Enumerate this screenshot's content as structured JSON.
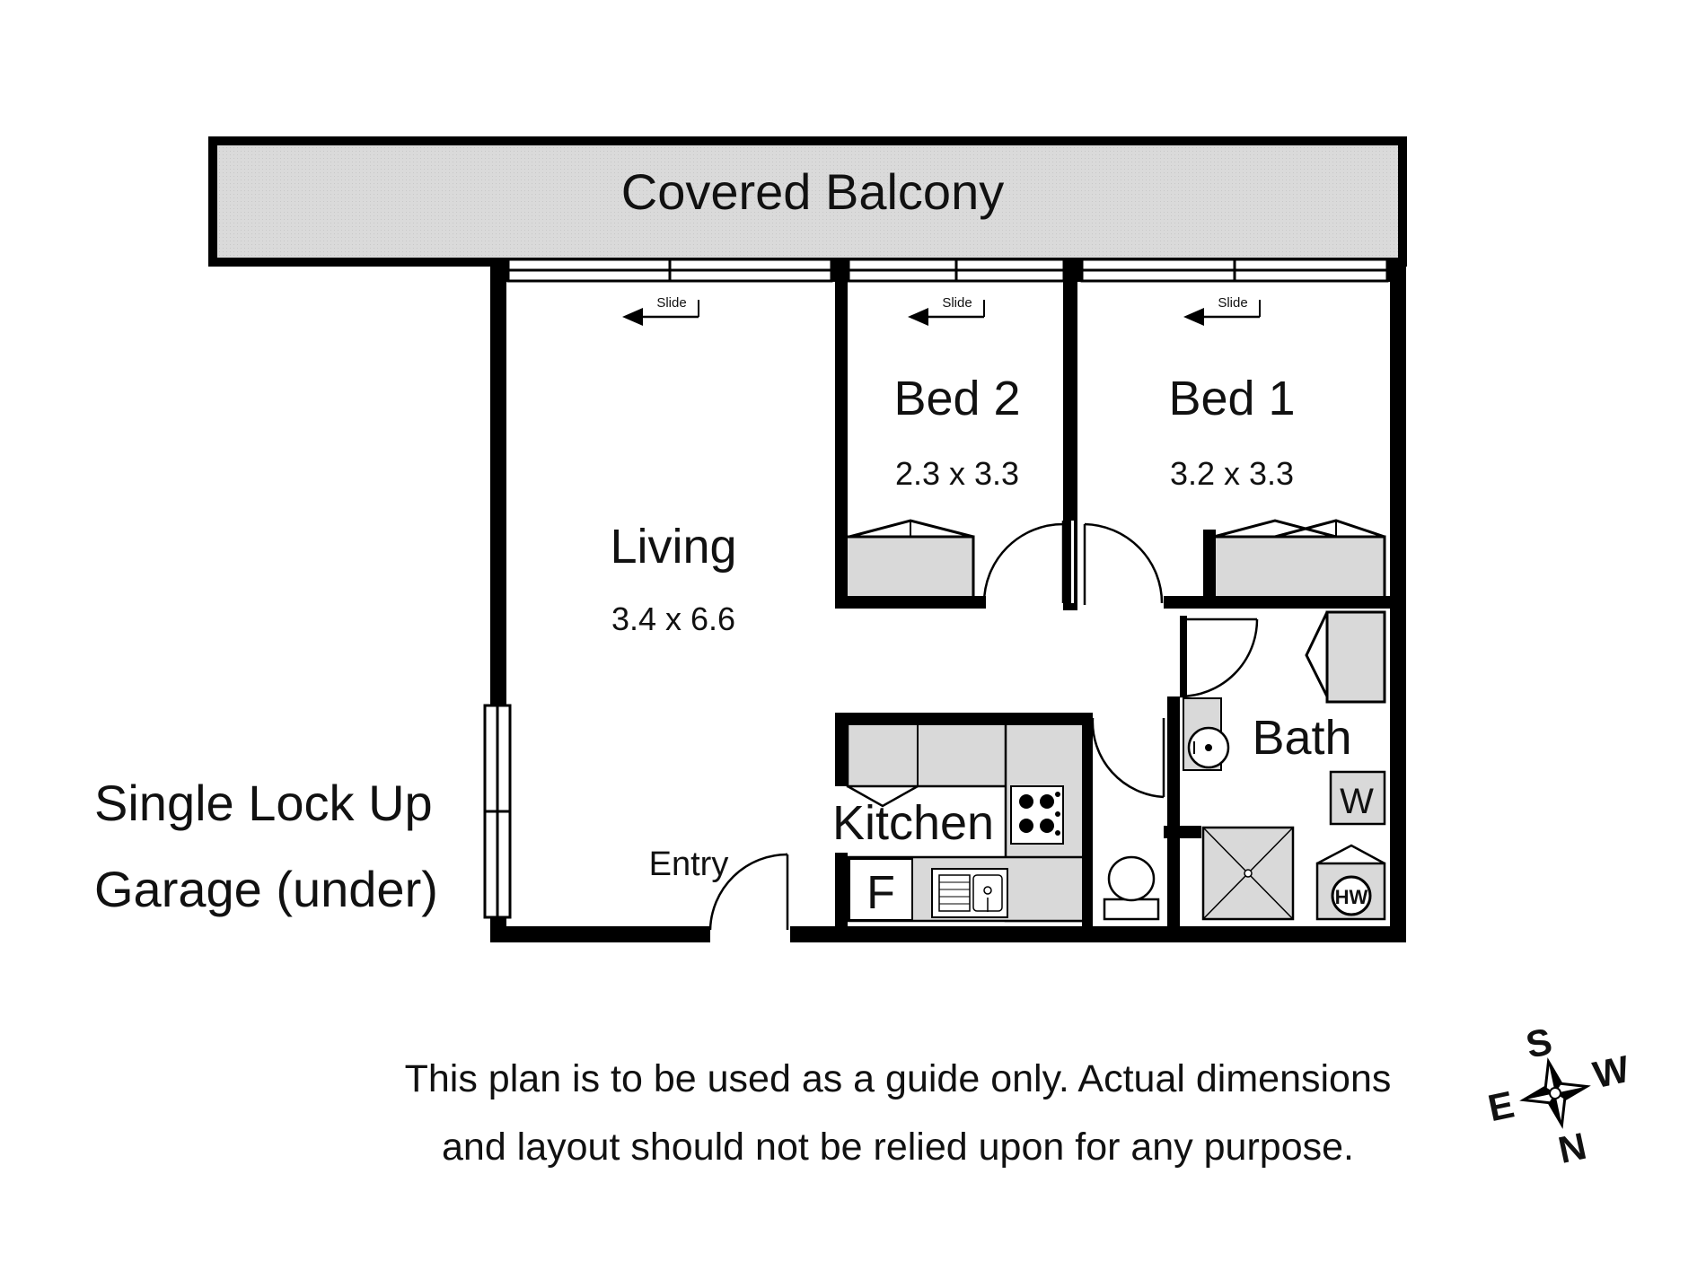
{
  "balcony": {
    "label": "Covered Balcony"
  },
  "slide_label": "Slide",
  "rooms": {
    "living": {
      "name": "Living",
      "dims": "3.4 x 6.6"
    },
    "bed2": {
      "name": "Bed 2",
      "dims": "2.3 x 3.3"
    },
    "bed1": {
      "name": "Bed 1",
      "dims": "3.2 x 3.3"
    },
    "kitchen": {
      "name": "Kitchen"
    },
    "bath": {
      "name": "Bath"
    },
    "entry": {
      "name": "Entry"
    }
  },
  "fixtures": {
    "fridge": "F",
    "washer": "W",
    "hot_water": "HW"
  },
  "garage": {
    "line1": "Single Lock Up",
    "line2": "Garage (under)"
  },
  "disclaimer": {
    "line1": "This plan is to be used as a guide only. Actual dimensions",
    "line2": "and layout should not be relied upon for any purpose."
  },
  "compass": {
    "north": "N",
    "south": "S",
    "east": "E",
    "west": "W"
  },
  "colors": {
    "wall": "#000000",
    "fill_grey": "#d9d9d9",
    "background": "#ffffff"
  }
}
